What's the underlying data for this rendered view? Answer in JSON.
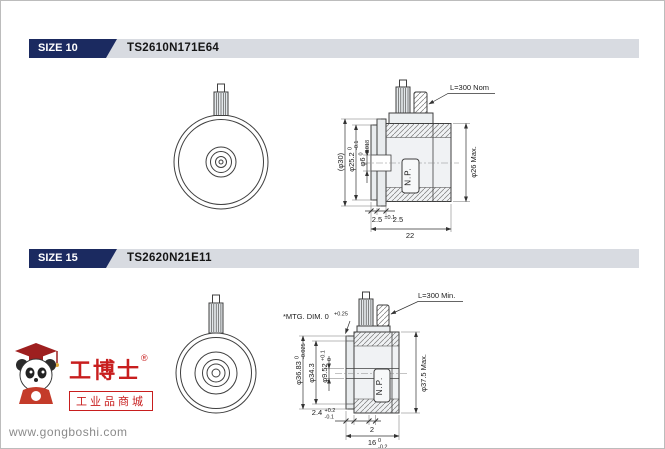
{
  "sections": [
    {
      "size_label": "SIZE 10",
      "part_number": "TS2610N171E64",
      "lead_label": "L=300 Nom",
      "np_label": "N.P.",
      "dims": {
        "outer_ref": "(φ30)",
        "pilot": "φ25.2",
        "pilot_sup": "0",
        "pilot_sub": "-0.1",
        "shaft": "φ6",
        "shaft_sup": "0",
        "shaft_sub": "-0.018",
        "od_max": "φ26 Max.",
        "flange": "2.5",
        "flange_tol": "±0.1",
        "step": "2.5",
        "total": "22"
      }
    },
    {
      "size_label": "SIZE 15",
      "part_number": "TS2620N21E11",
      "lead_label": "L=300 Min.",
      "np_label": "N.P.",
      "mtg_label": "*MTG. DIM. 0",
      "mtg_sup": "+0.25",
      "dims": {
        "pilot": "φ36.83",
        "pilot_sup": "0",
        "pilot_sub": "-0.025",
        "recess": "φ34.3",
        "bore": "φ9.52",
        "bore_sup": "+0.1",
        "bore_sub": "0",
        "od_max": "φ37.5 Max.",
        "flange": "2.4",
        "flange_sup": "+0.2",
        "flange_sub": "-0.1",
        "step": "2",
        "total": "16",
        "total_sup": "0",
        "total_sub": "-0.2"
      }
    }
  ],
  "logo": {
    "brand": "工博士",
    "reg": "®",
    "tagline": "工业品商城",
    "url": "www.gongboshi.com"
  }
}
